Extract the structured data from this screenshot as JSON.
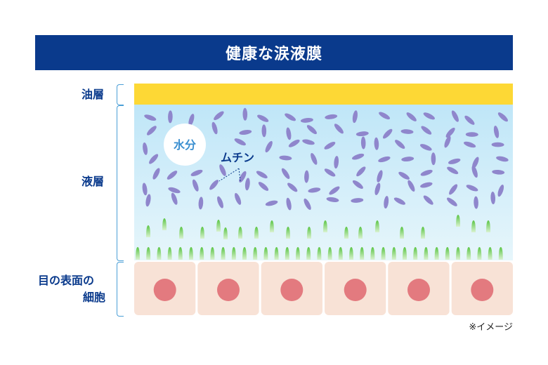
{
  "title": "健康な涙液膜",
  "labels": {
    "oil_layer": "油層",
    "liquid_layer": "液層",
    "cells_line1": "目の表面の",
    "cells_line2": "細胞"
  },
  "water_label": "水分",
  "mucin_label": "ムチン",
  "note": "※イメージ",
  "colors": {
    "title_bg": "#0a3a8c",
    "oil": "#fdd835",
    "liquid_top": "#bfe6f8",
    "liquid_bottom": "#e4f5fb",
    "mucin": "#8f86cc",
    "cilia": "#6dcf52",
    "cell_bg": "#f8e2d6",
    "nucleus": "#e37a7f",
    "bracket": "#4b9fd6"
  },
  "cell_count": 6
}
